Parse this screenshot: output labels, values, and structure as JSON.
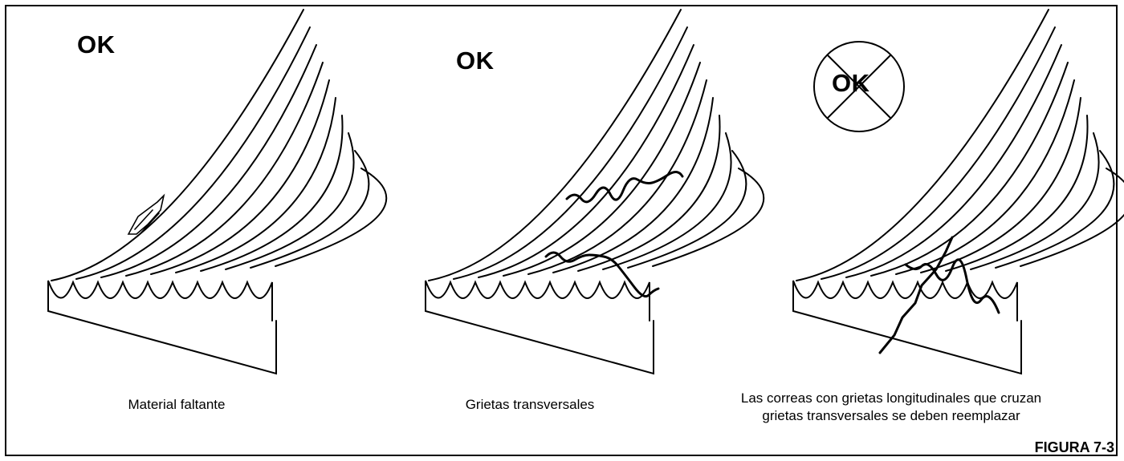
{
  "panels": [
    {
      "ok_label": "OK",
      "caption": "Material faltante"
    },
    {
      "ok_label": "OK",
      "caption": "Grietas transversales"
    },
    {
      "ok_label": "OK",
      "caption_line1": "Las correas con grietas longitudinales que cruzan",
      "caption_line2": "grietas transversales se deben reemplazar"
    }
  ],
  "figure_label": "FIGURA 7-3"
}
